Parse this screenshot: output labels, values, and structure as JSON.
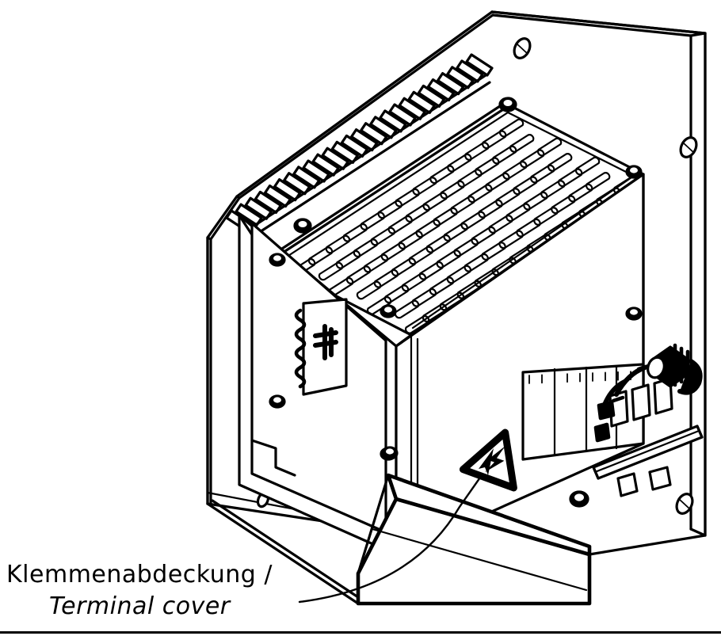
{
  "document": {
    "type": "technical-line-drawing",
    "subject": "Wall-mounted power supply / drive unit on mounting backplate",
    "orientation": "isometric exploded-style view",
    "bottom_rule": true
  },
  "caption": {
    "german": "Klemmenabdeckung /",
    "english": "Terminal cover",
    "separator": "/",
    "leader": "curved line with arrowhead pointing to terminal cover panel"
  },
  "callouts": [
    {
      "id": "terminal-cover",
      "label_de": "Klemmenabdeckung",
      "label_en": "Terminal cover",
      "marker": "warning-triangle-lightning",
      "marker_meaning": "electrical hazard / dangerous voltage"
    }
  ],
  "components": [
    {
      "name": "mounting-backplate",
      "description": "L-shaped sheet-metal backplate with chamfered top-left corner"
    },
    {
      "name": "heat-sink",
      "description": "finned aluminium heat sink along top-left edge",
      "fin_count": 26
    },
    {
      "name": "top-cover",
      "description": "perforated ventilation cover with staggered slot pattern"
    },
    {
      "name": "front-panel",
      "description": "side panel with four corner screws and rating label"
    },
    {
      "name": "rating-label",
      "description": "nameplate with connector pin graphic"
    },
    {
      "name": "terminal-cover",
      "description": "flat angled cover plate over the terminal compartment"
    },
    {
      "name": "cable-gland",
      "description": "threaded cable gland with hex nut at upper right"
    },
    {
      "name": "din-rail",
      "description": "diagonal DIN mounting rail with terminal block clips"
    },
    {
      "name": "terminal-blocks",
      "description": "spring-clamp terminal blocks on DIN rail"
    }
  ],
  "hardware": {
    "mounting_holes": 4,
    "mounting_hole_shape": "oval / slotted",
    "screws": 6,
    "screw_type": "slotted pan head"
  },
  "icons": {
    "warning_triangle": "warning-triangle-icon",
    "lightning_bolt": "lightning-bolt-icon",
    "leader_arrow": "leader-arrow-icon"
  },
  "colors": {
    "line": "#000000",
    "background": "#ffffff",
    "fill": "#ffffff"
  }
}
